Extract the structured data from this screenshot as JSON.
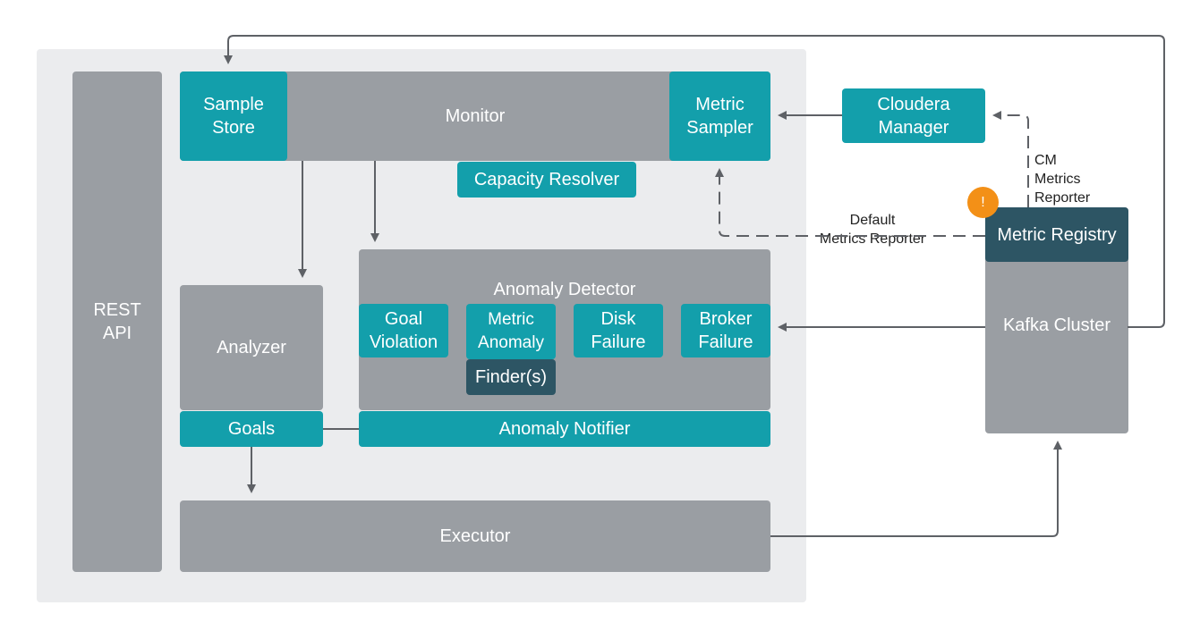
{
  "diagram": {
    "rest_api": "REST\nAPI",
    "monitor": {
      "label": "Monitor",
      "sample_store": "Sample\nStore",
      "metric_sampler": "Metric\nSampler",
      "capacity_resolver": "Capacity Resolver"
    },
    "analyzer": {
      "label": "Analyzer",
      "goals": "Goals"
    },
    "anomaly_detector": {
      "label": "Anomaly Detector",
      "goal_violation": "Goal\nViolation",
      "metric_anomaly": "Metric\nAnomaly",
      "finder": "Finder(s)",
      "disk_failure": "Disk\nFailure",
      "broker_failure": "Broker\nFailure",
      "notifier": "Anomaly Notifier"
    },
    "executor": "Executor",
    "cloudera_manager": "Cloudera\nManager",
    "kafka_cluster": {
      "label": "Kafka Cluster",
      "metric_registry": "Metric Registry"
    },
    "cm_metrics_reporter": "CM\nMetrics\nReporter",
    "default_metrics_reporter": "Default\nMetrics Reporter",
    "warning_badge": "!"
  },
  "colors": {
    "panel": "#ebecee",
    "gray_block": "#9a9ea3",
    "teal_block": "#139fab",
    "dark_block": "#2d5564",
    "arrow": "#5e6166",
    "warning": "#f39017"
  }
}
